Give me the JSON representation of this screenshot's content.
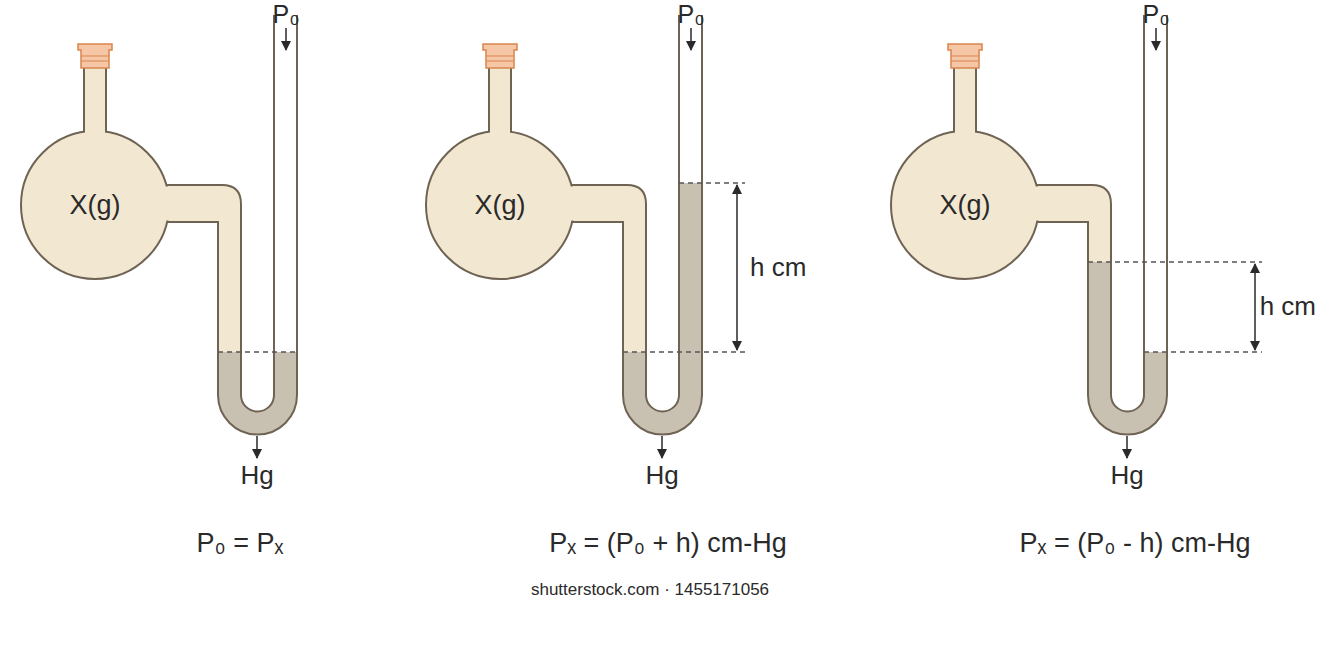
{
  "diagram": {
    "nodes": [
      {
        "text": [
          "X(g)"
        ]
      },
      {
        "text": [
          "X(g)"
        ]
      },
      {
        "text": [
          "X(g)"
        ]
      }
    ],
    "labels": [
      "P₀",
      "P₀",
      "P₀",
      "h cm",
      "h cm",
      "Hg",
      "Hg",
      "Hg",
      "P₀ = Pₓ",
      "Pₓ = (P₀ + h) cm-Hg",
      "Pₓ = (P₀ - h) cm-Hg",
      "shutterstock.com · 1455171056"
    ]
  }
}
